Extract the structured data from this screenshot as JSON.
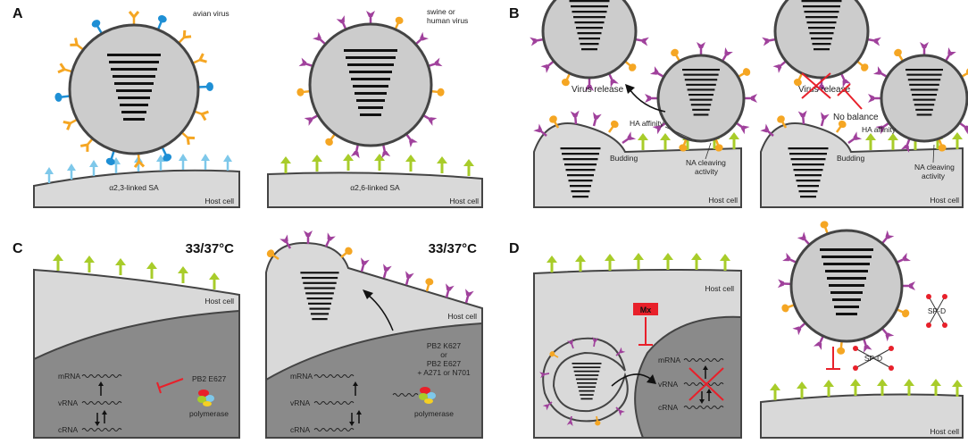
{
  "panels": {
    "A": {
      "label": "A",
      "avian_label": "avian virus",
      "swine_label": "swine or\nhuman virus",
      "receptor_left": "α2,3-linked SA",
      "receptor_right": "α2,6-linked SA",
      "host_left": "Host cell",
      "host_right": "Host cell"
    },
    "B": {
      "label": "B",
      "virus_release_left": "Virus release",
      "virus_release_right": "Virus release",
      "no_balance": "No balance",
      "ha_affinity_left": "HA affinity",
      "ha_affinity_right": "HA affinity",
      "budding_left": "Budding",
      "budding_right": "Budding",
      "na_cleaving_left": "NA cleaving\nactivity",
      "na_cleaving_right": "NA cleaving\nactivity",
      "host_left": "Host cell",
      "host_right": "Host cell"
    },
    "C": {
      "label": "C",
      "temp_left": "33/37°C",
      "temp_right": "33/37°C",
      "host_left": "Host cell",
      "host_right": "Host cell",
      "mrna": "mRNA",
      "vrna": "vRNA",
      "crna": "cRNA",
      "pb2_left": "PB2 E627",
      "pb2_right": "PB2 K627\nor\nPB2 E627\n+ A271 or N701",
      "polymerase": "polymerase"
    },
    "D": {
      "label": "D",
      "mx": "Mx",
      "host_top": "Host cell",
      "host_bottom": "Host cell",
      "mrna": "mRNA",
      "vrna": "vRNA",
      "crna": "cRNA",
      "spd_top": "SP-D",
      "spd_bottom": "SP-D"
    }
  },
  "colors": {
    "orange": "#f5a623",
    "blue": "#1e8fd5",
    "purple": "#a0419c",
    "green": "#a8cc2a",
    "lightblue": "#7ec8ea",
    "red": "#e8202a",
    "cell": "#d9d9d9",
    "nucleus": "#8a8a8a",
    "virus": "#cccccc"
  }
}
